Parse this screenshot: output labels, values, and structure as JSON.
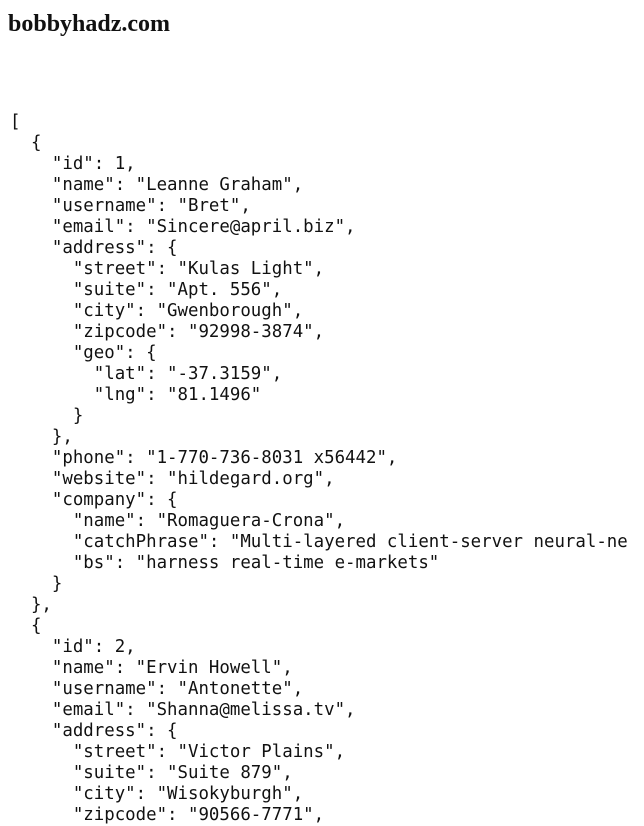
{
  "header": {
    "title": "bobbyhadz.com"
  },
  "json_lines": [
    "[",
    "  {",
    "    \"id\": 1,",
    "    \"name\": \"Leanne Graham\",",
    "    \"username\": \"Bret\",",
    "    \"email\": \"Sincere@april.biz\",",
    "    \"address\": {",
    "      \"street\": \"Kulas Light\",",
    "      \"suite\": \"Apt. 556\",",
    "      \"city\": \"Gwenborough\",",
    "      \"zipcode\": \"92998-3874\",",
    "      \"geo\": {",
    "        \"lat\": \"-37.3159\",",
    "        \"lng\": \"81.1496\"",
    "      }",
    "    },",
    "    \"phone\": \"1-770-736-8031 x56442\",",
    "    \"website\": \"hildegard.org\",",
    "    \"company\": {",
    "      \"name\": \"Romaguera-Crona\",",
    "      \"catchPhrase\": \"Multi-layered client-server neural-ne",
    "      \"bs\": \"harness real-time e-markets\"",
    "    }",
    "  },",
    "  {",
    "    \"id\": 2,",
    "    \"name\": \"Ervin Howell\",",
    "    \"username\": \"Antonette\",",
    "    \"email\": \"Shanna@melissa.tv\",",
    "    \"address\": {",
    "      \"street\": \"Victor Plains\",",
    "      \"suite\": \"Suite 879\",",
    "      \"city\": \"Wisokyburgh\",",
    "      \"zipcode\": \"90566-7771\","
  ]
}
